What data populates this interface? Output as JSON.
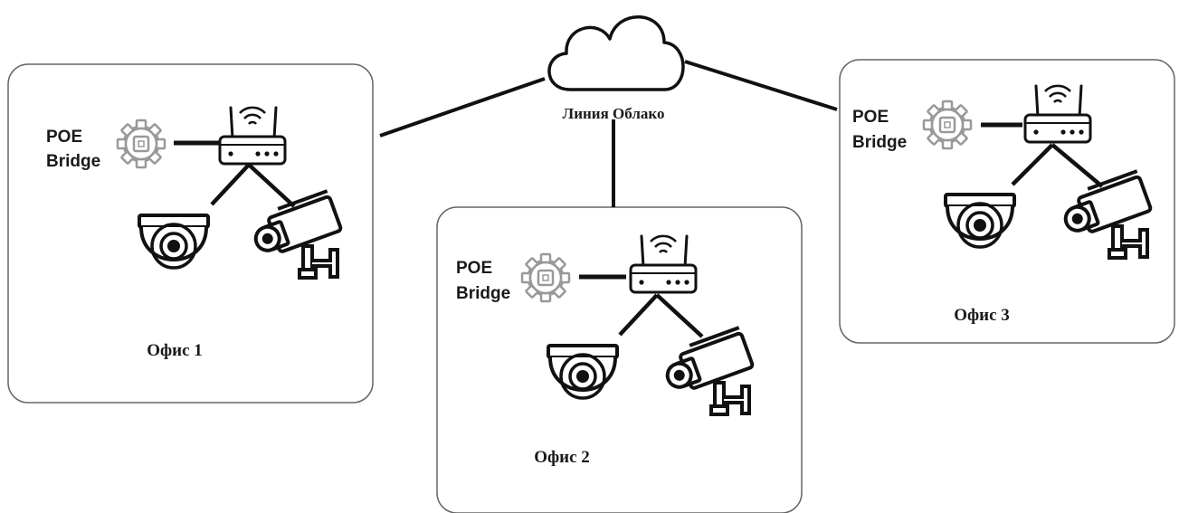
{
  "cloud": {
    "label": "Линия Облако"
  },
  "offices": [
    {
      "name": "Офис 1",
      "bridge_line1": "POE",
      "bridge_line2": "Bridge"
    },
    {
      "name": "Офис 2",
      "bridge_line1": "POE",
      "bridge_line2": "Bridge"
    },
    {
      "name": "Офис 3",
      "bridge_line1": "POE",
      "bridge_line2": "Bridge"
    }
  ]
}
